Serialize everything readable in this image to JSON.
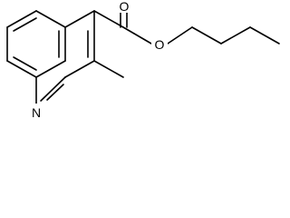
{
  "molecule": {
    "atoms": {
      "nitrogen": "N",
      "carbonyl_oxygen": "O",
      "ester_oxygen": "O"
    }
  }
}
